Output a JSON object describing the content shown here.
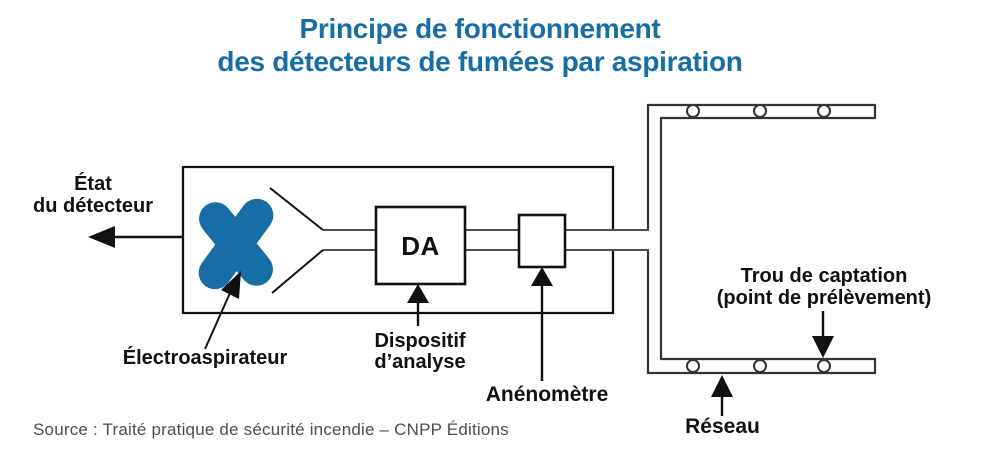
{
  "colors": {
    "accent_blue": "#176ea6",
    "ink": "#111111",
    "tube_gray": "#4f4f4f",
    "source_gray": "#4d4d4d"
  },
  "title": {
    "line1": "Principe de fonctionnement",
    "line2": "des détecteurs de fumées par aspiration"
  },
  "labels": {
    "detector_state": {
      "line1": "État",
      "line2": "du détecteur"
    },
    "electro_aspirator": "Électroaspirateur",
    "analysis_device": {
      "abbreviation": "DA",
      "line1": "Dispositif",
      "line2": "d’analyse"
    },
    "anemometer": "Anénomètre",
    "sampling_hole": {
      "line1": "Trou de captation",
      "line2": "(point de prélèvement)"
    },
    "network": "Réseau"
  },
  "source": "Source : Traité pratique de sécurité incendie – CNPP Éditions"
}
